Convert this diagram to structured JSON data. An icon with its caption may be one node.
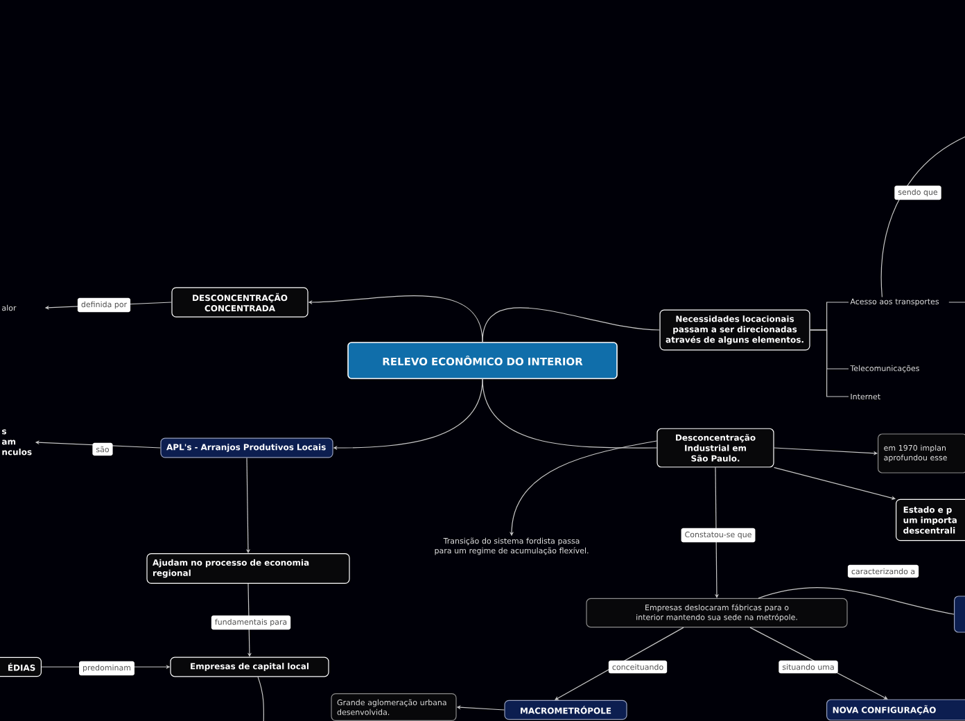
{
  "diagram": {
    "nodes": [
      {
        "text": [
          "RELEVO ECONÔMICO DO INTERIOR"
        ]
      },
      {
        "text": [
          "DESCONCENTRAÇÃO CONCENTRADA"
        ]
      },
      {
        "text": [
          "alor"
        ]
      },
      {
        "text": [
          "APL's - Arranjos Produtivos Locais"
        ]
      },
      {
        "text": [
          "s am nculos"
        ]
      },
      {
        "text": [
          "Ajudam no processo de economia regional"
        ]
      },
      {
        "text": [
          "Empresas de capital local"
        ]
      },
      {
        "text": [
          "ÉDIAS"
        ]
      },
      {
        "text": [
          "Necessidades locacionais passam a ser direcionadas através de alguns elementos."
        ]
      },
      {
        "text": [
          "Acesso aos transportes"
        ]
      },
      {
        "text": [
          "Telecomunicações"
        ]
      },
      {
        "text": [
          "Internet"
        ]
      },
      {
        "text": [
          "Desconcentração Industrial em São Paulo."
        ]
      },
      {
        "text": [
          "em 1970 implan aprofundou esse"
        ]
      },
      {
        "text": [
          "Estado e p um importa descentrali"
        ]
      },
      {
        "text": [
          "Transição do sistema fordista passa para um regime de acumulação flexível."
        ]
      },
      {
        "text": [
          "Empresas deslocaram fábricas para o interior mantendo sua sede na metrópole."
        ]
      },
      {
        "text": [],
        "shape": "box"
      },
      {
        "text": [
          "MACROMETRÓPOLE"
        ]
      },
      {
        "text": [
          "Grande aglomeração urbana desenvolvida."
        ]
      },
      {
        "text": [
          "NOVA CONFIGURAÇÃO"
        ]
      }
    ],
    "edges": [
      {
        "from": 0,
        "to": 1,
        "arrow": "to"
      },
      {
        "from": 1,
        "to": 2,
        "label": "definida por",
        "arrow": "to"
      },
      {
        "from": 0,
        "to": 3,
        "arrow": "to"
      },
      {
        "from": 3,
        "to": 4,
        "label": "são",
        "arrow": "to"
      },
      {
        "from": 3,
        "to": 5,
        "arrow": "to"
      },
      {
        "from": 5,
        "to": 6,
        "label": "fundamentais para",
        "arrow": "to"
      },
      {
        "from": 7,
        "to": 6,
        "label": "predominam",
        "arrow": "to"
      },
      {
        "from": 6,
        "to": null,
        "arrow": "none"
      },
      {
        "from": 0,
        "to": 8,
        "arrow": "none"
      },
      {
        "from": 8,
        "to": 9,
        "arrow": "none"
      },
      {
        "from": 8,
        "to": 10,
        "arrow": "none"
      },
      {
        "from": 8,
        "to": 11,
        "arrow": "none"
      },
      {
        "from": 9,
        "to": null,
        "label": "sendo que",
        "arrow": "none"
      },
      {
        "from": 9,
        "to": null,
        "arrow": "none"
      },
      {
        "from": 0,
        "to": 12,
        "arrow": "none"
      },
      {
        "from": 12,
        "to": 13,
        "arrow": "to"
      },
      {
        "from": 12,
        "to": 14,
        "arrow": "to"
      },
      {
        "from": 12,
        "to": 15,
        "arrow": "to"
      },
      {
        "from": 12,
        "to": 16,
        "label": "Constatou-se que",
        "arrow": "to"
      },
      {
        "from": 16,
        "to": 17,
        "label": "caracterizando a",
        "arrow": "none"
      },
      {
        "from": 16,
        "to": 18,
        "label": "conceituando",
        "arrow": "to"
      },
      {
        "from": 16,
        "to": 20,
        "label": "situando uma",
        "arrow": "to"
      },
      {
        "from": 18,
        "to": 19,
        "arrow": "to"
      }
    ]
  }
}
